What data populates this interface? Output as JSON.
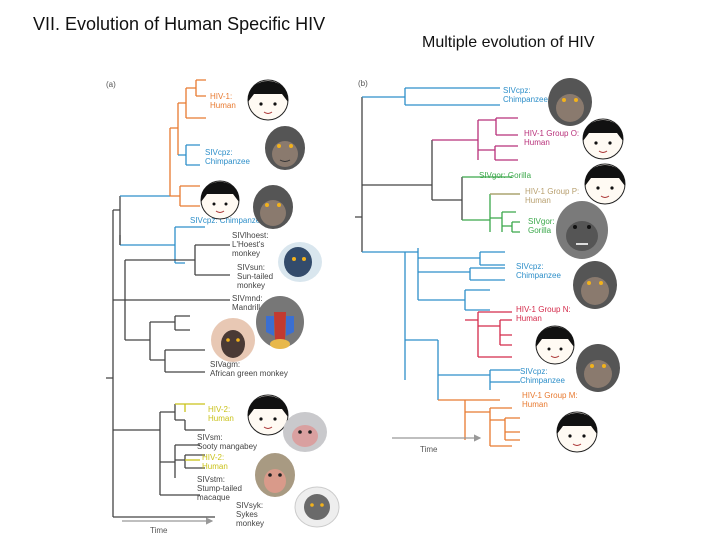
{
  "title": "VII. Evolution of Human Specific HIV",
  "subtitle": "Multiple evolution of HIV",
  "colors": {
    "hiv1": "#e87a30",
    "sivcpz": "#2e8fc9",
    "hiv2": "#c9c21a",
    "gray": "#444444",
    "group_o": "#b8307a",
    "sivgor": "#3aa84a",
    "group_p": "#b8a070",
    "group_n": "#d42a4a"
  },
  "panel_a": {
    "tag": "(a)",
    "time_label": "Time",
    "labels": [
      [
        "HIV-1:",
        "Human"
      ],
      [
        "SIVcpz:",
        "Chimpanzee"
      ],
      [
        "HIV-1:",
        "Human"
      ],
      [
        "SIVcpz: Chimpanzee"
      ],
      [
        "SIVlhoest:",
        "L'Hoest's",
        "monkey"
      ],
      [
        "SIVsun:",
        "Sun-tailed",
        "monkey"
      ],
      [
        "SIVmnd:",
        "Mandrill"
      ],
      [
        "SIVagm:",
        "African green monkey"
      ],
      [
        "HIV-2:",
        "Human"
      ],
      [
        "SIVsm:",
        "Sooty mangabey"
      ],
      [
        "HIV-2:",
        "Human"
      ],
      [
        "SIVstm:",
        "Stump-tailed",
        "macaque"
      ],
      [
        "SIVsyk:",
        "Sykes",
        "monkey"
      ]
    ]
  },
  "panel_b": {
    "tag": "(b)",
    "time_label": "Time",
    "labels": [
      [
        "SIVcpz:",
        "Chimpanzee"
      ],
      [
        "HIV-1 Group O:",
        "Human"
      ],
      [
        "SIVgor: Gorilla"
      ],
      [
        "HIV-1 Group P:",
        "Human"
      ],
      [
        "SIVgor:",
        "Gorilla"
      ],
      [
        "SIVcpz:",
        "Chimpanzee"
      ],
      [
        "HIV-1 Group N:",
        "Human"
      ],
      [
        "SIVcpz:",
        "Chimpanzee"
      ],
      [
        "HIV-1 Group M:",
        "Human"
      ]
    ]
  },
  "icons": [
    "human-face-icon",
    "chimpanzee-face-icon",
    "human-face-icon",
    "chimpanzee-face-icon",
    "lhoest-monkey-icon",
    "mandrill-icon",
    "african-green-monkey-icon",
    "human-face-icon",
    "sooty-mangabey-icon",
    "macaque-icon",
    "sykes-monkey-icon",
    "chimpanzee-face-icon",
    "human-face-icon",
    "human-face-icon",
    "gorilla-face-icon",
    "chimpanzee-face-icon",
    "chimpanzee-face-icon",
    "human-face-icon",
    "human-face-icon"
  ]
}
